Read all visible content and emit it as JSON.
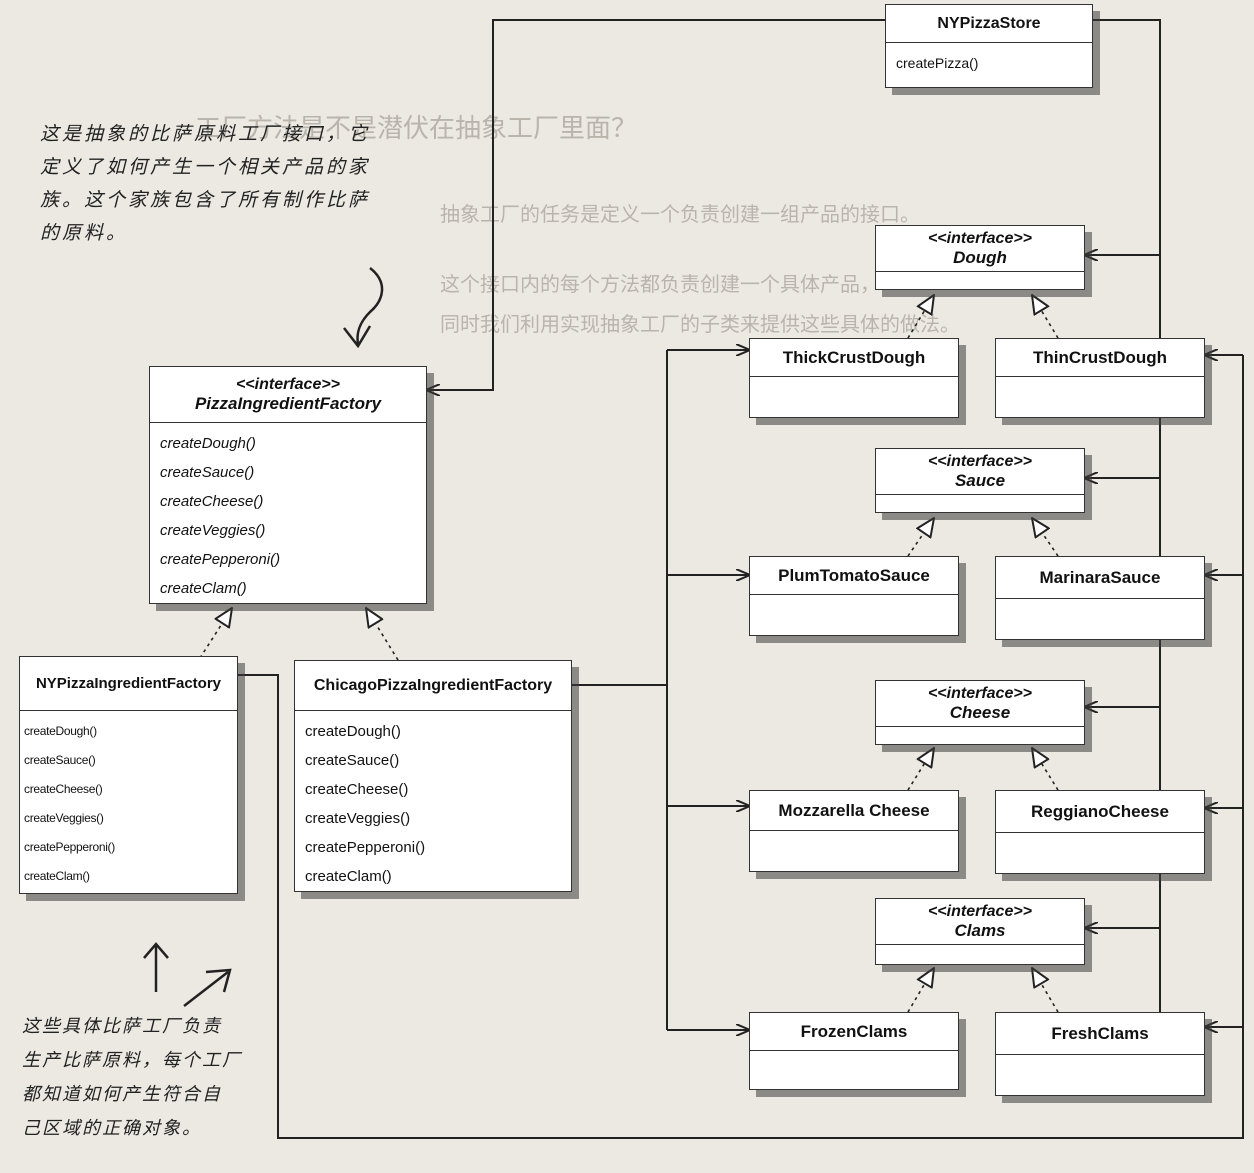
{
  "classes": {
    "ny_store": {
      "name": "NYPizzaStore",
      "methods": [
        "createPizza()"
      ]
    },
    "factory": {
      "stereotype": "<<interface>>",
      "name": "PizzaIngredientFactory",
      "methods": [
        "createDough()",
        "createSauce()",
        "createCheese()",
        "createVeggies()",
        "createPepperoni()",
        "createClam()"
      ]
    },
    "ny_factory": {
      "name": "NYPizzaIngredientFactory",
      "methods": [
        "createDough()",
        "createSauce()",
        "createCheese()",
        "createVeggies()",
        "createPepperoni()",
        "createClam()"
      ]
    },
    "chicago_factory": {
      "name": "ChicagoPizzaIngredientFactory",
      "methods": [
        "createDough()",
        "createSauce()",
        "createCheese()",
        "createVeggies()",
        "createPepperoni()",
        "createClam()"
      ]
    },
    "dough": {
      "stereotype": "<<interface>>",
      "name": "Dough"
    },
    "thick_crust": {
      "name": "ThickCrustDough"
    },
    "thin_crust": {
      "name": "ThinCrustDough"
    },
    "sauce": {
      "stereotype": "<<interface>>",
      "name": "Sauce"
    },
    "plum_tomato": {
      "name": "PlumTomatoSauce"
    },
    "marinara": {
      "name": "MarinaraSauce"
    },
    "cheese": {
      "stereotype": "<<interface>>",
      "name": "Cheese"
    },
    "mozzarella": {
      "name": "Mozzarella Cheese"
    },
    "reggiano": {
      "name": "ReggianoCheese"
    },
    "clams": {
      "stereotype": "<<interface>>",
      "name": "Clams"
    },
    "frozen": {
      "name": "FrozenClams"
    },
    "fresh": {
      "name": "FreshClams"
    }
  },
  "notes": {
    "top_left": [
      "这是抽象的比萨原料工厂接口，它",
      "定义了如何产生一个相关产品的家",
      "族。这个家族包含了所有制作比萨",
      "的原料。"
    ],
    "bottom_left": [
      "这些具体比萨工厂负责",
      "生产比萨原料，每个工厂",
      "都知道如何产生符合自",
      "己区域的正确对象。"
    ]
  },
  "background_text": [
    "工厂方法是不是潜伏在抽象工厂里面？",
    "抽象工厂的任务是定义一个负责创建一组产品的接口。",
    "这个接口内的每个方法都负责创建一个具体产品，",
    "同时我们利用实现抽象工厂的子类来提供这些具体的做法。"
  ],
  "colors": {
    "line": "#222222",
    "shadow": "#555555",
    "box": "#ffffff"
  }
}
